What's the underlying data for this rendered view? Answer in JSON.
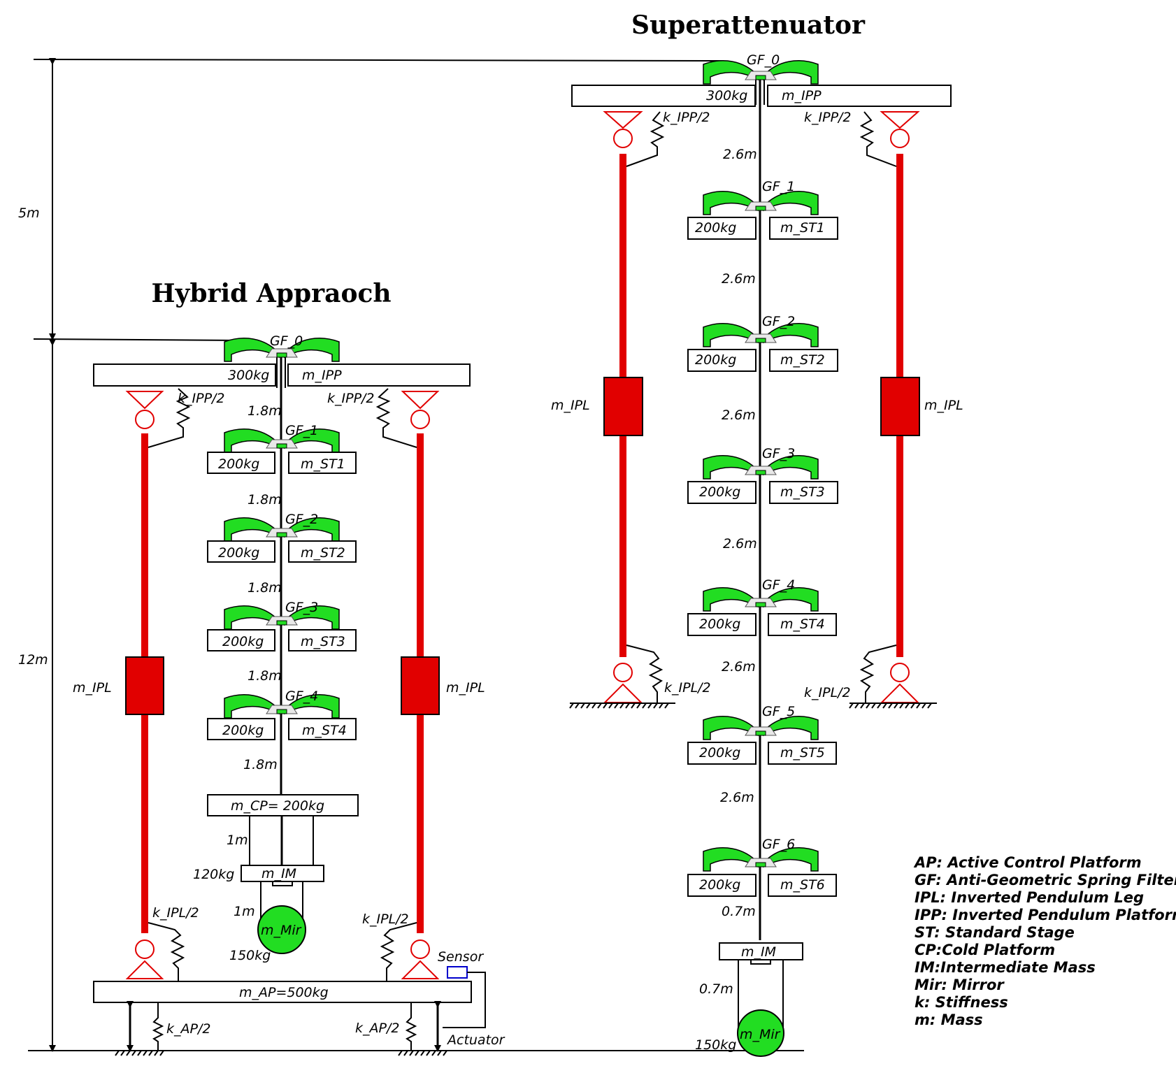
{
  "colors": {
    "leg": "#e10000",
    "filter": "#22dd22",
    "mirror": "#22dd22",
    "sensor": "#0000cc"
  },
  "titles": {
    "superattenuator": "Superattenuator",
    "hybrid": "Hybrid Appraoch"
  },
  "dimensions": {
    "top_span": "5m",
    "main_span": "12m"
  },
  "hybrid": {
    "gf0": "GF_0",
    "ipp_mass": "300kg",
    "ipp_label": "m_IPP",
    "k_ipp_left": "k_IPP/2",
    "k_ipp_right": "k_IPP/2",
    "ipl_left": "m_IPL",
    "ipl_right": "m_IPL",
    "stages": [
      {
        "gf": "GF_1",
        "mass": "200kg",
        "label": "m_ST1",
        "len": "1.8m"
      },
      {
        "gf": "GF_2",
        "mass": "200kg",
        "label": "m_ST2",
        "len": "1.8m"
      },
      {
        "gf": "GF_3",
        "mass": "200kg",
        "label": "m_ST3",
        "len": "1.8m"
      },
      {
        "gf": "GF_4",
        "mass": "200kg",
        "label": "m_ST4",
        "len": "1.8m"
      }
    ],
    "len_cp": "1.8m",
    "cp": "m_CP= 200kg",
    "len_im": "1m",
    "im_mass": "120kg",
    "im_label": "m_IM",
    "len_mir": "1m",
    "mir_label": "m_Mir",
    "mir_mass": "150kg",
    "k_ipl_left": "k_IPL/2",
    "k_ipl_right": "k_IPL/2",
    "sensor": "Sensor",
    "ap": "m_AP=500kg",
    "k_ap_left": "k_AP/2",
    "k_ap_right": "k_AP/2",
    "actuator": "Actuator"
  },
  "super": {
    "gf0": "GF_0",
    "ipp_mass": "300kg",
    "ipp_label": "m_IPP",
    "k_ipp_left": "k_IPP/2",
    "k_ipp_right": "k_IPP/2",
    "ipl_left": "m_IPL",
    "ipl_right": "m_IPL",
    "k_ipl_left": "k_IPL/2",
    "k_ipl_right": "k_IPL/2",
    "stages": [
      {
        "gf": "GF_1",
        "mass": "200kg",
        "label": "m_ST1",
        "len": "2.6m"
      },
      {
        "gf": "GF_2",
        "mass": "200kg",
        "label": "m_ST2",
        "len": "2.6m"
      },
      {
        "gf": "GF_3",
        "mass": "200kg",
        "label": "m_ST3",
        "len": "2.6m"
      },
      {
        "gf": "GF_4",
        "mass": "200kg",
        "label": "m_ST4",
        "len": "2.6m"
      },
      {
        "gf": "GF_5",
        "mass": "200kg",
        "label": "m_ST5",
        "len": "2.6m"
      },
      {
        "gf": "GF_6",
        "mass": "200kg",
        "label": "m_ST6",
        "len": "2.6m"
      }
    ],
    "len_im": "0.7m",
    "im_label": "m_IM",
    "len_mir": "0.7m",
    "mir_label": "m_Mir",
    "mir_mass": "150kg"
  },
  "legend": [
    "AP: Active Control Platform",
    "GF: Anti-Geometric Spring Filter",
    "IPL: Inverted Pendulum Leg",
    "IPP: Inverted Pendulum Platform",
    "ST: Standard Stage",
    "CP:Cold Platform",
    "IM:Intermediate Mass",
    "Mir: Mirror",
    "k: Stiffness",
    "m: Mass"
  ]
}
